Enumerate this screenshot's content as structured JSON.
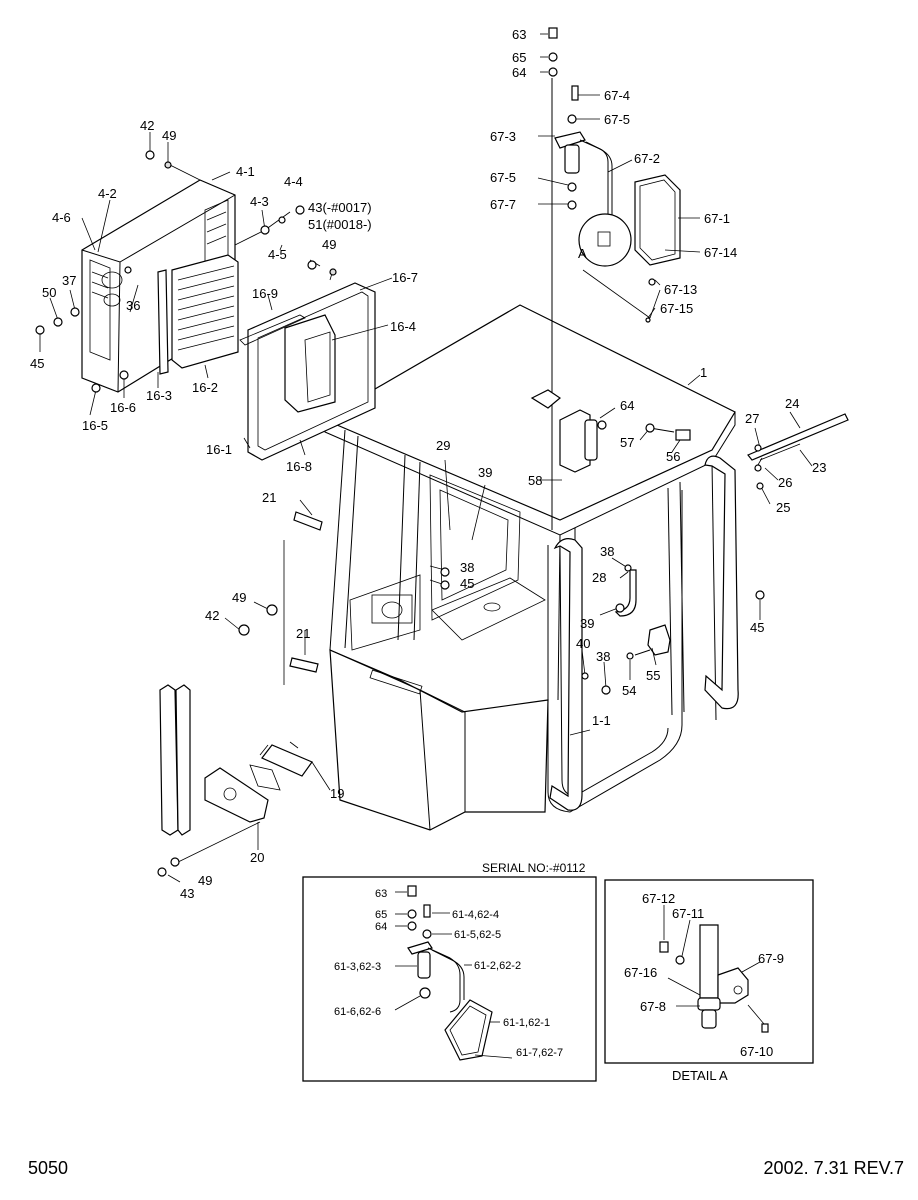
{
  "page": {
    "page_number": "5050",
    "revision": "2002. 7.31  REV.7"
  },
  "inset_serial": {
    "title": "SERIAL NO:-#0112",
    "labels": [
      "63",
      "65",
      "61-4,62-4",
      "64",
      "61-5,62-5",
      "61-3,62-3",
      "61-2,62-2",
      "61-6,62-6",
      "61-1,62-1",
      "61-7,62-7"
    ]
  },
  "inset_detail": {
    "title": "DETAIL A",
    "labels": [
      "67-12",
      "67-11",
      "67-9",
      "67-16",
      "67-8",
      "67-10"
    ]
  },
  "main_labels": [
    "63",
    "65",
    "64",
    "67-4",
    "67-5",
    "67-3",
    "67-2",
    "67-5",
    "67-7",
    "67-1",
    "A",
    "67-14",
    "67-13",
    "67-15",
    "42",
    "49",
    "4-1",
    "4-4",
    "4-2",
    "4-3",
    "43(-#0017)",
    "51(#0018-)",
    "4-6",
    "4-5",
    "49",
    "16-7",
    "37",
    "50",
    "36",
    "16-9",
    "16-4",
    "45",
    "16-6",
    "16-3",
    "16-2",
    "16-5",
    "16-1",
    "16-8",
    "1",
    "27",
    "24",
    "64",
    "57",
    "56",
    "23",
    "26",
    "25",
    "29",
    "39",
    "58",
    "21",
    "38",
    "45",
    "38",
    "28",
    "49",
    "42",
    "39",
    "45",
    "21",
    "40",
    "38",
    "55",
    "54",
    "1-1",
    "19",
    "20",
    "49",
    "43"
  ]
}
